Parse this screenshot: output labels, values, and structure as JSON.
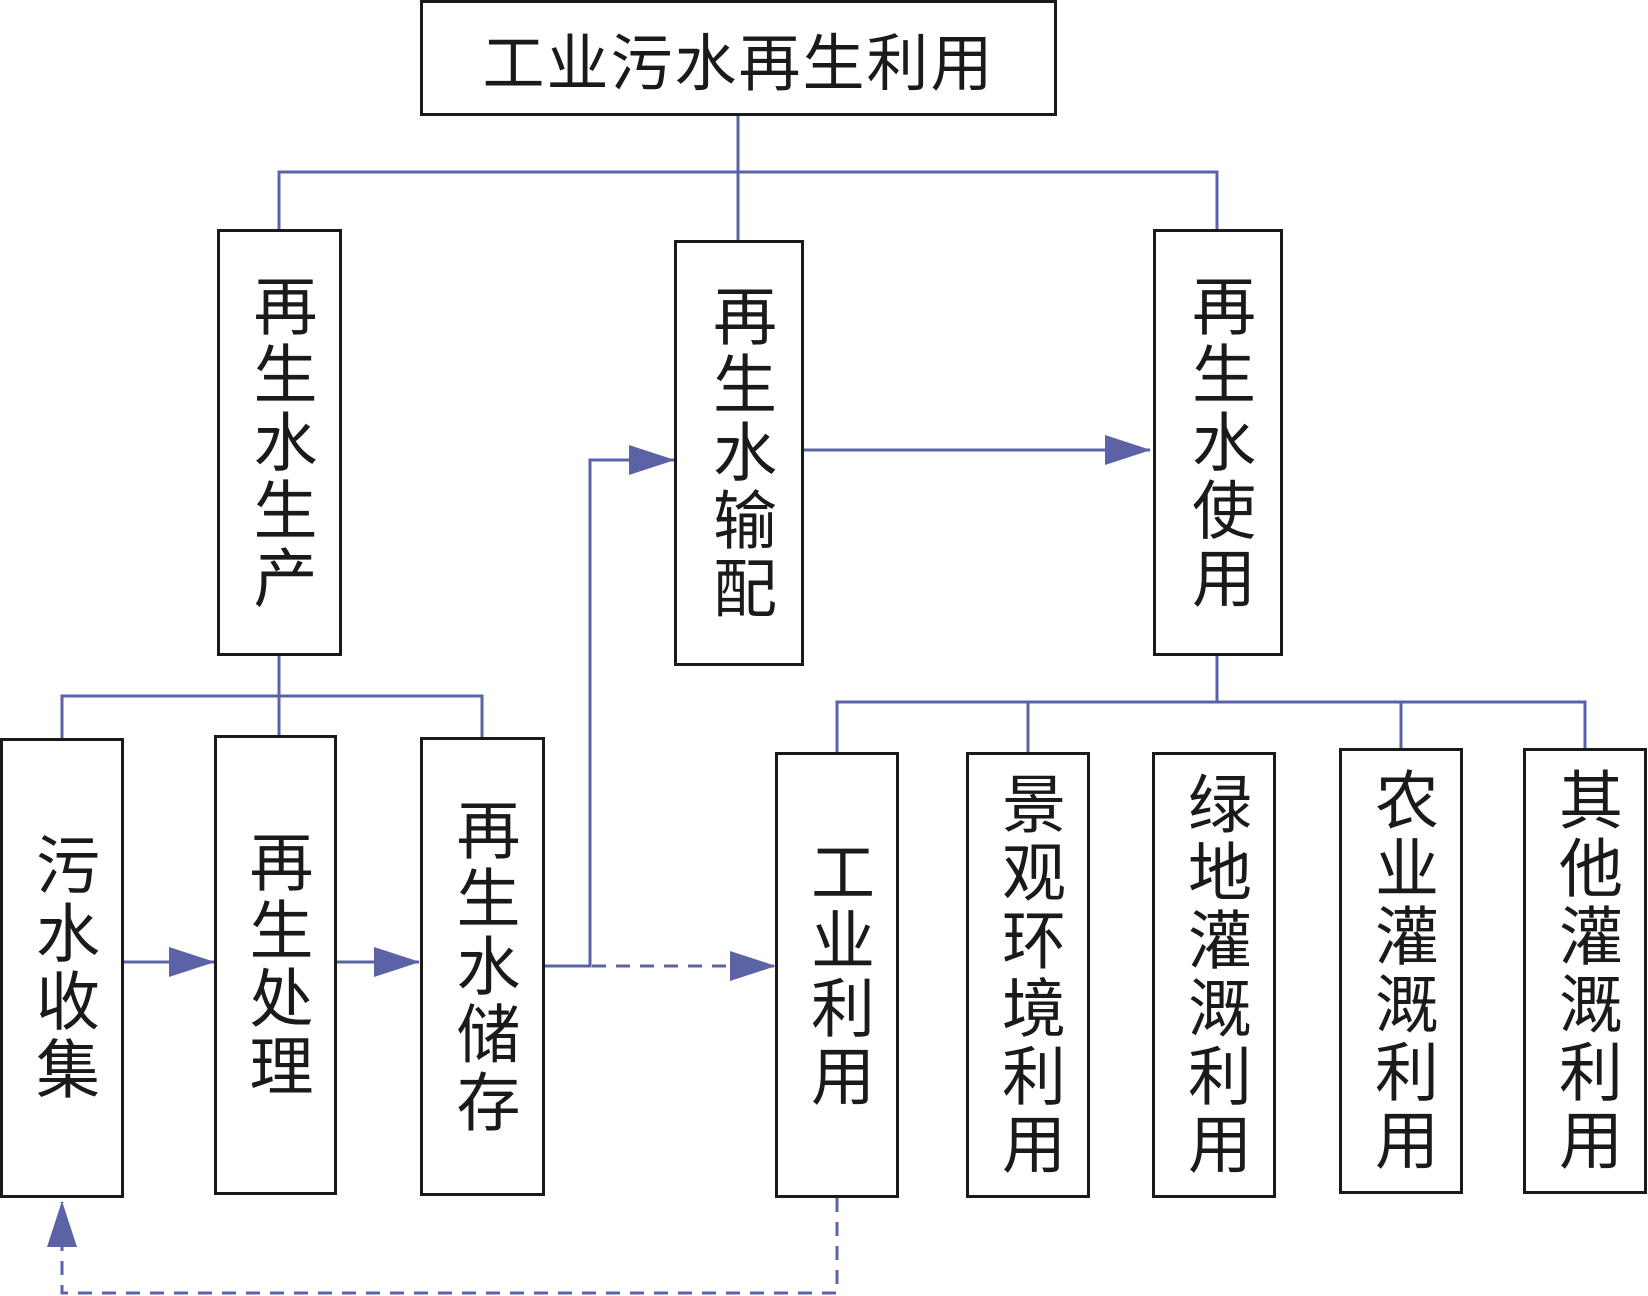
{
  "root": {
    "label": "工业污水再生利用"
  },
  "stages": {
    "production": "再生水生产",
    "distribution": "再生水输配",
    "usage": "再生水使用"
  },
  "production_steps": {
    "collection": "污水收集",
    "treatment": "再生处理",
    "storage": "再生水储存"
  },
  "uses": {
    "industrial": "工业利用",
    "landscape": "景观环境利用",
    "green": "绿地灌溉利用",
    "agriculture": "农业灌溉利用",
    "other": "其他灌溉利用"
  },
  "colors": {
    "connector": "#5b63a6",
    "box_border": "#1a1a1a",
    "text": "#1a1a1a"
  }
}
